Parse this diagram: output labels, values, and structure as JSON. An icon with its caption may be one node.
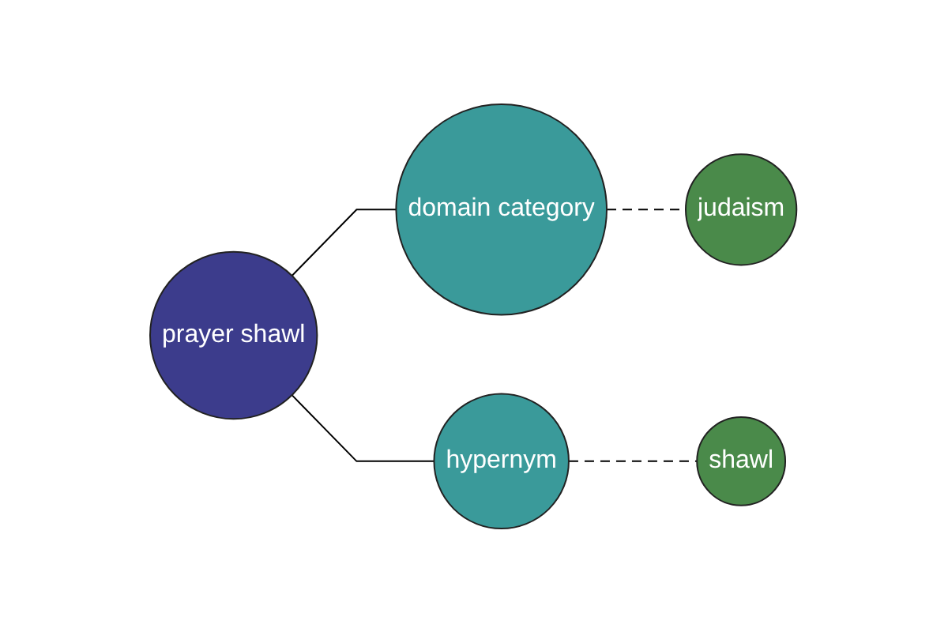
{
  "diagram": {
    "nodes": [
      {
        "text": [
          "prayer shawl"
        ]
      },
      {
        "text": [
          "domain category"
        ]
      },
      {
        "text": [
          "judaism"
        ]
      },
      {
        "text": [
          "hypernym"
        ]
      },
      {
        "text": [
          "shawl"
        ]
      }
    ],
    "edges": [
      {
        "from": 0,
        "to": 1,
        "arrow": "none"
      },
      {
        "from": 1,
        "to": 2,
        "arrow": "none",
        "style": "dashed"
      },
      {
        "from": 0,
        "to": 3,
        "arrow": "none"
      },
      {
        "from": 3,
        "to": 4,
        "arrow": "none",
        "style": "dashed"
      }
    ]
  }
}
